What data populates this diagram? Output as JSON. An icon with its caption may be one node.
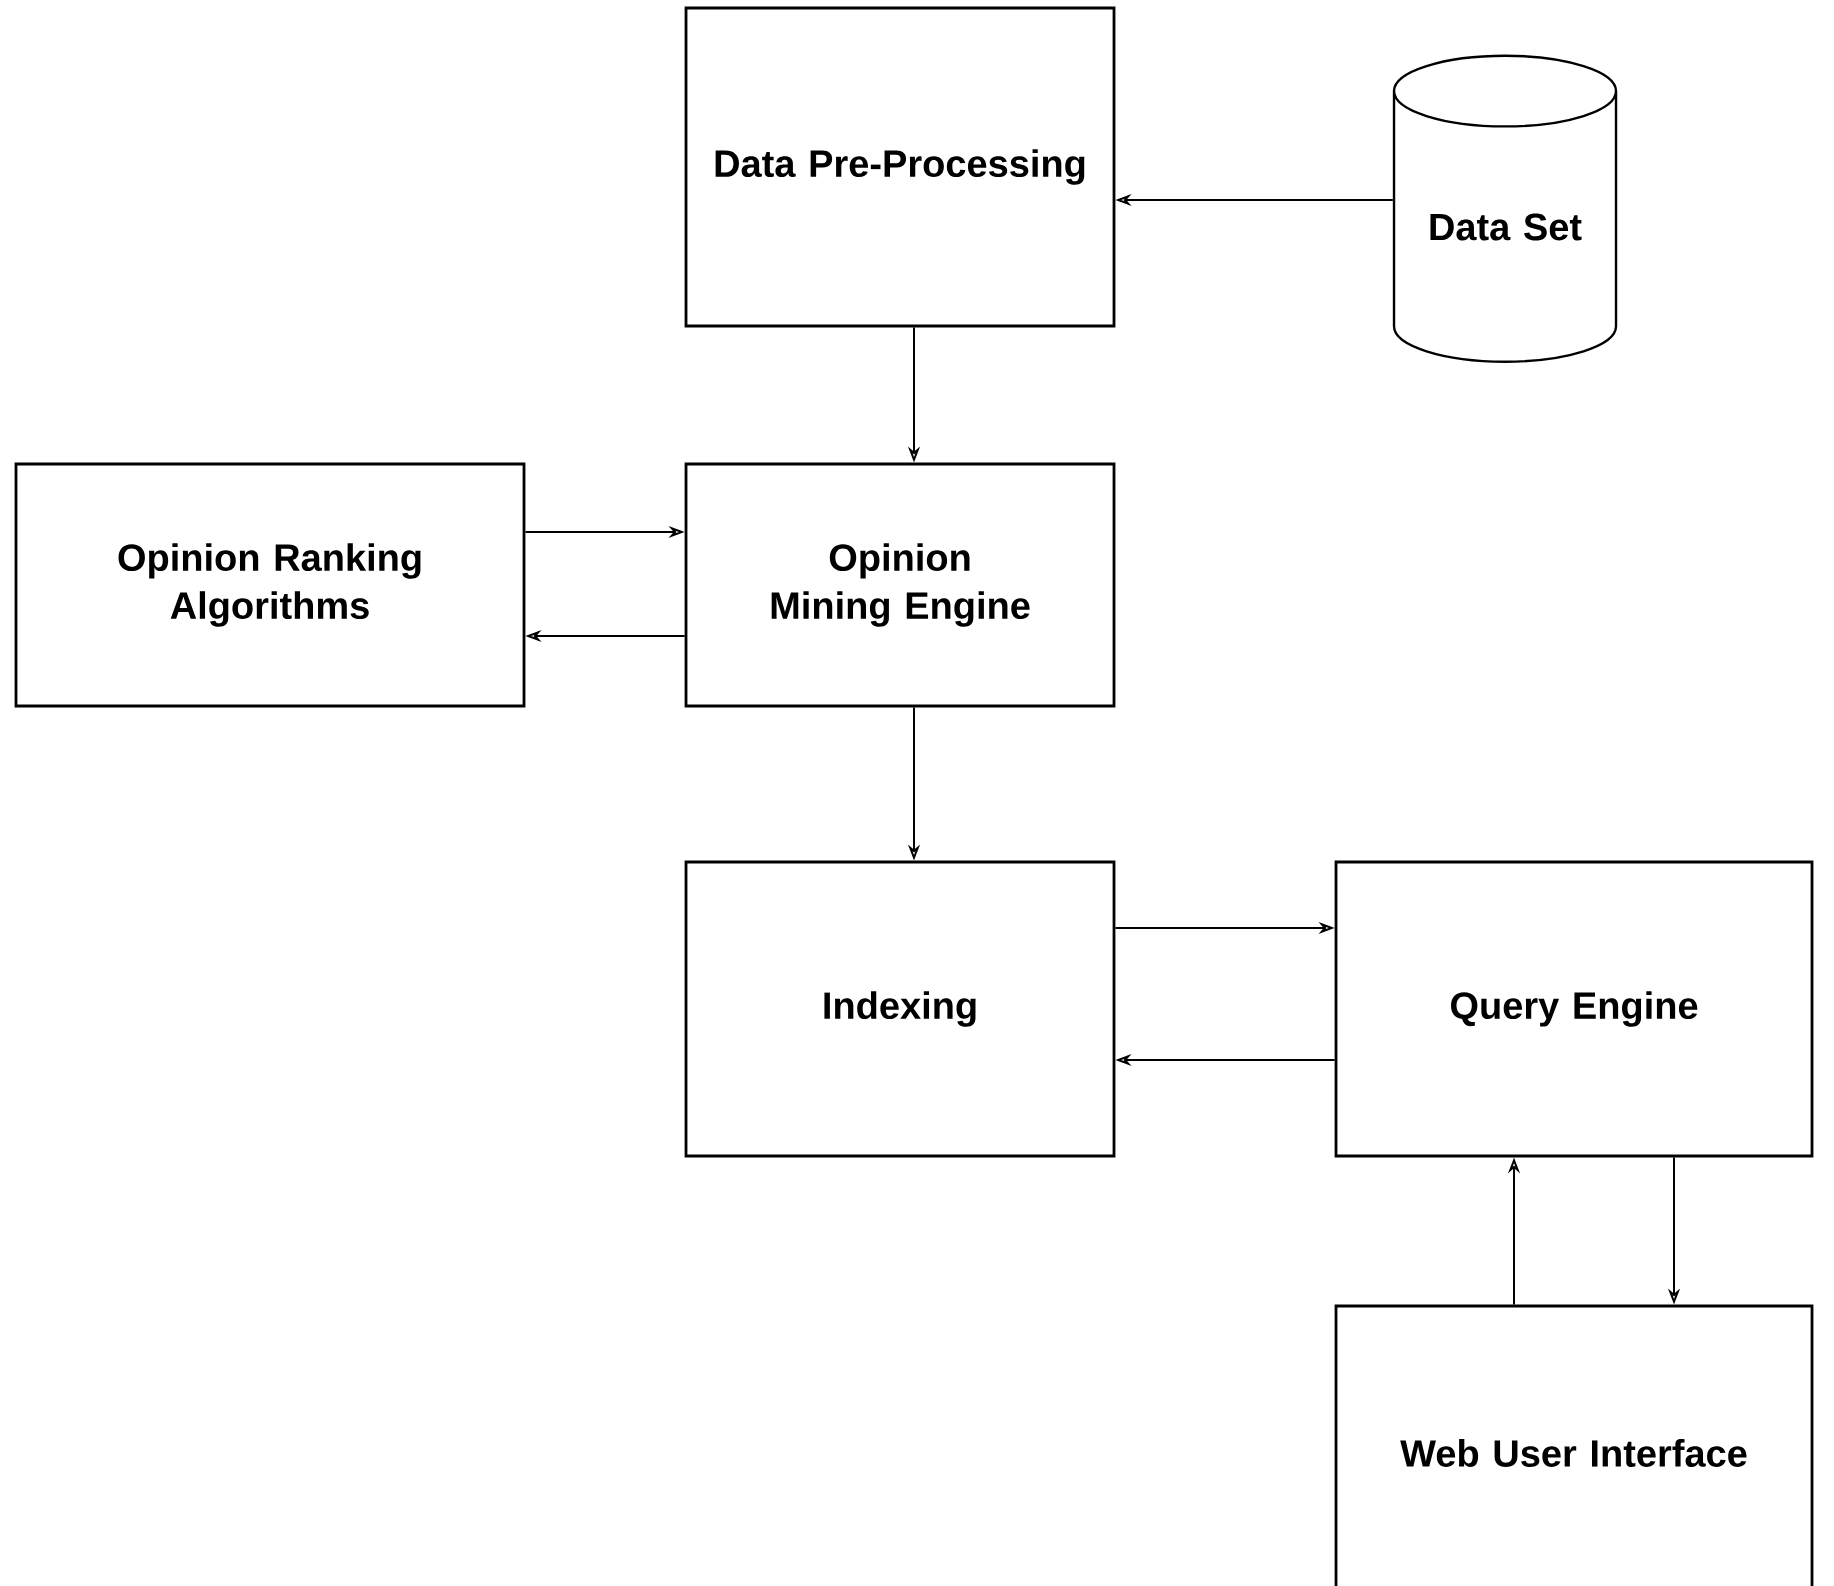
{
  "diagram": {
    "nodes": [
      {
        "text": [
          "Data Pre-Processing"
        ]
      },
      {
        "text": [
          "Data Set"
        ]
      },
      {
        "text": [
          "Opinion Ranking Algorithms"
        ]
      },
      {
        "text": [
          "Opinion Mining Engine"
        ]
      },
      {
        "text": [
          "Indexing"
        ]
      },
      {
        "text": [
          "Query Engine"
        ]
      },
      {
        "text": [
          "Web User Interface"
        ]
      }
    ],
    "edges": [
      {
        "from": 1,
        "to": 0,
        "arrow": "to"
      },
      {
        "from": 0,
        "to": 3,
        "arrow": "to"
      },
      {
        "from": 2,
        "to": 3,
        "arrow": "to"
      },
      {
        "from": 3,
        "to": 2,
        "arrow": "to"
      },
      {
        "from": 3,
        "to": 4,
        "arrow": "to"
      },
      {
        "from": 4,
        "to": 5,
        "arrow": "to"
      },
      {
        "from": 5,
        "to": 4,
        "arrow": "to"
      },
      {
        "from": 6,
        "to": 5,
        "arrow": "to"
      },
      {
        "from": 5,
        "to": 6,
        "arrow": "to"
      }
    ]
  }
}
